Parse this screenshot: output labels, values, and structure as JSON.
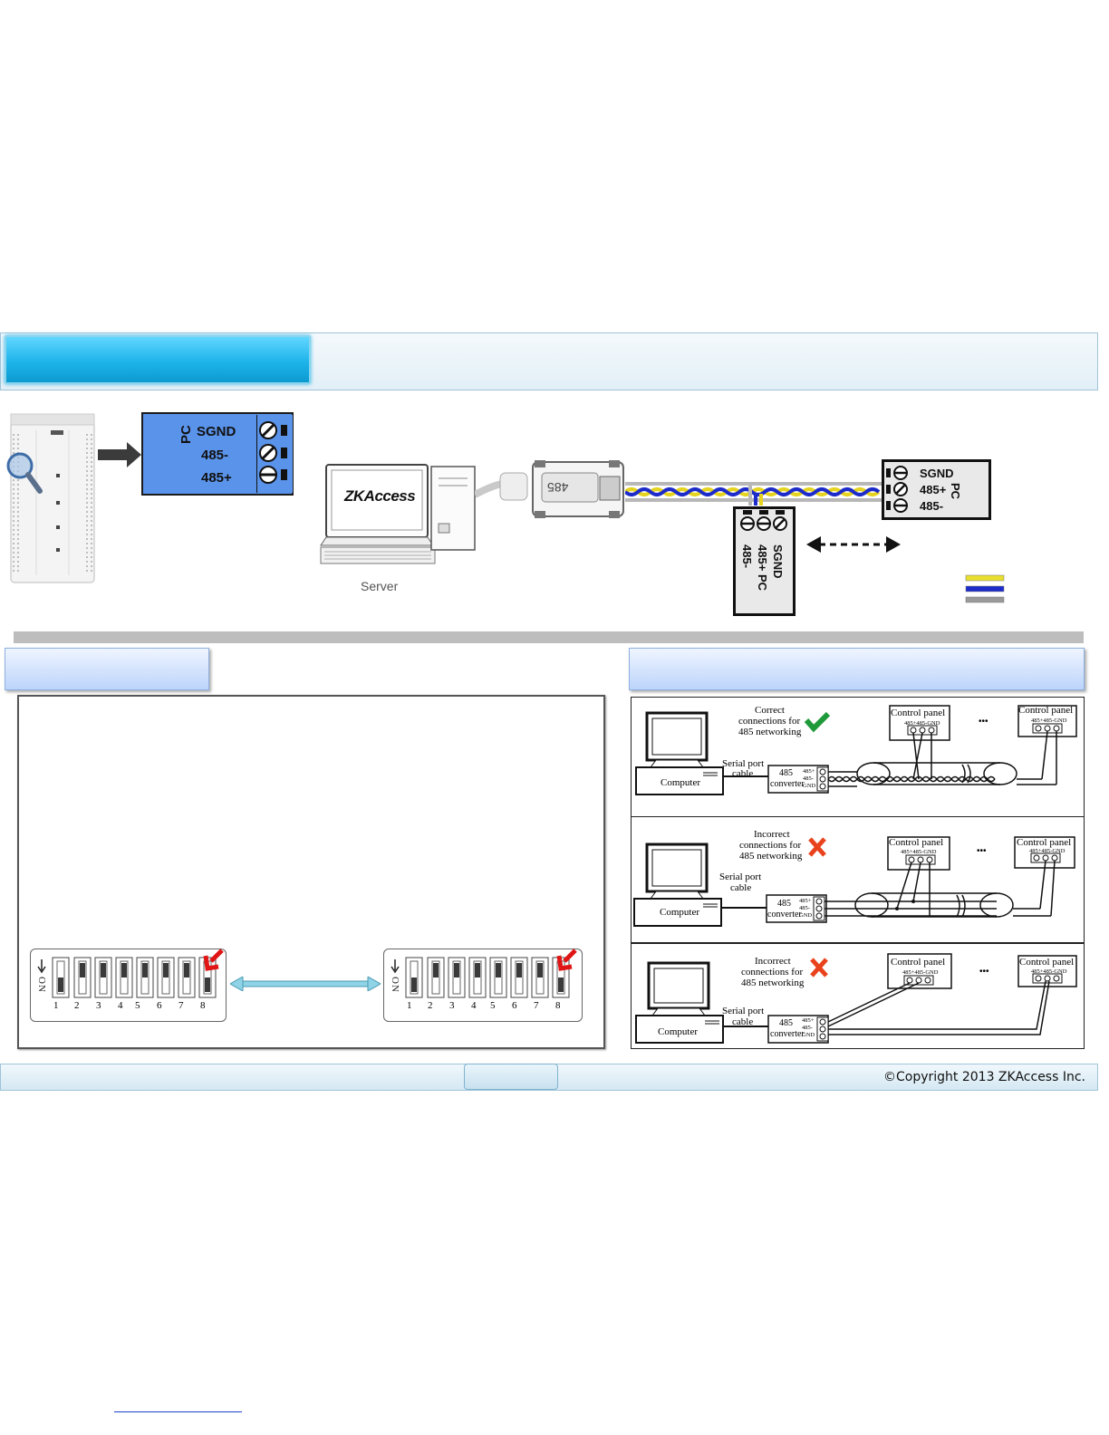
{
  "header": {
    "copyright": "©Copyright 2013 ZKAccess Inc."
  },
  "top_diagram": {
    "pc_terminal": {
      "vertical_label": "PC",
      "pins": [
        "SGND",
        "485-",
        "485+"
      ]
    },
    "server_label": "Server",
    "brand_logo": "ZKAccess",
    "adapter_label": "485",
    "right_terminal": {
      "pins": [
        "SGND",
        "485+",
        "485-"
      ],
      "vertical_label": "PC"
    },
    "bottom_terminal": {
      "pins": [
        "SGND",
        "485+",
        "485-"
      ],
      "vertical_label": "PC"
    },
    "wire_colors": [
      "#e8df2e",
      "#1c2bc9",
      "#9a9a9a"
    ]
  },
  "dip_switches": {
    "left": {
      "on_label": "ON",
      "numbers": [
        "1",
        "2",
        "3",
        "4",
        "5",
        "6",
        "7",
        "8"
      ]
    },
    "right": {
      "on_label": "ON",
      "numbers": [
        "1",
        "2",
        "3",
        "4",
        "5",
        "6",
        "7",
        "8"
      ]
    }
  },
  "networking": {
    "panels": [
      {
        "caption_lines": [
          "Correct",
          "connections for",
          "485 networking"
        ],
        "status": "correct",
        "cable_label_lines": [
          "Serial port",
          "cable"
        ],
        "computer": "Computer",
        "converter_lines": [
          "485",
          "converter"
        ],
        "pins": [
          "485+",
          "485-",
          "GND"
        ],
        "control_panel": "Control panel",
        "control_pins": "485+485-GND",
        "ellipsis": "•••"
      },
      {
        "caption_lines": [
          "Incorrect",
          "connections for",
          "485 networking"
        ],
        "status": "incorrect",
        "cable_label_lines": [
          "Serial port",
          "cable"
        ],
        "computer": "Computer",
        "converter_lines": [
          "485",
          "converter"
        ],
        "pins": [
          "485+",
          "485-",
          "GND"
        ],
        "control_panel": "Control panel",
        "control_pins": "485+485-GND",
        "ellipsis": "•••"
      },
      {
        "caption_lines": [
          "Incorrect",
          "connections for",
          "485 networking"
        ],
        "status": "incorrect",
        "cable_label_lines": [
          "Serial port",
          "cable"
        ],
        "computer": "Computer",
        "converter_lines": [
          "485",
          "converter"
        ],
        "pins": [
          "485+",
          "485-",
          "GND"
        ],
        "control_panel": "Control panel",
        "control_pins": "485+485-GND",
        "ellipsis": "•••"
      }
    ]
  }
}
